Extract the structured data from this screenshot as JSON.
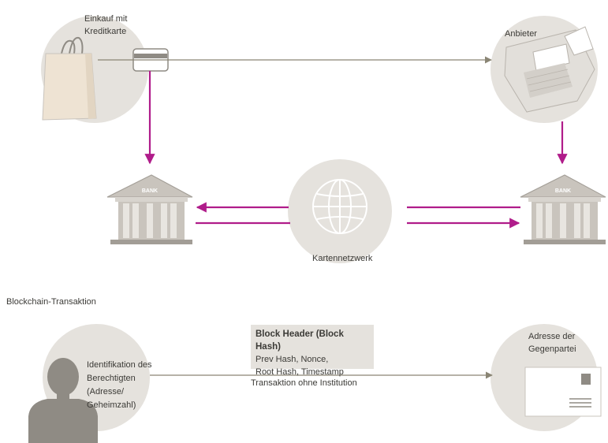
{
  "card_payment": {
    "purchase_label_line1": "Einkauf mit",
    "purchase_label_line2": "Kreditkarte",
    "vendor_label": "Anbieter",
    "bank_left_sign": "BANK",
    "bank_right_sign": "BANK",
    "network_label": "Kartennetzwerk"
  },
  "blockchain": {
    "section_title": "Blockchain-Transaktion",
    "identity_lines": [
      "Identifikation des",
      "Berechtigten",
      "(Adresse/",
      "Geheimzahl)"
    ],
    "block_header_title": "Block Header (Block Hash)",
    "block_header_line2": "Prev Hash, Nonce,",
    "block_header_line3": "Root Hash, Timestamp",
    "transaction_label": "Transaktion ohne Institution",
    "counterparty_line1": "Adresse der",
    "counterparty_line2": "Gegenpartei"
  },
  "colors": {
    "circle_fill": "#e5e2dd",
    "line_gray": "#8a8574",
    "arrow_magenta": "#b01c8a",
    "icon_dark": "#8f8b84",
    "icon_light": "#c9c4bd"
  }
}
